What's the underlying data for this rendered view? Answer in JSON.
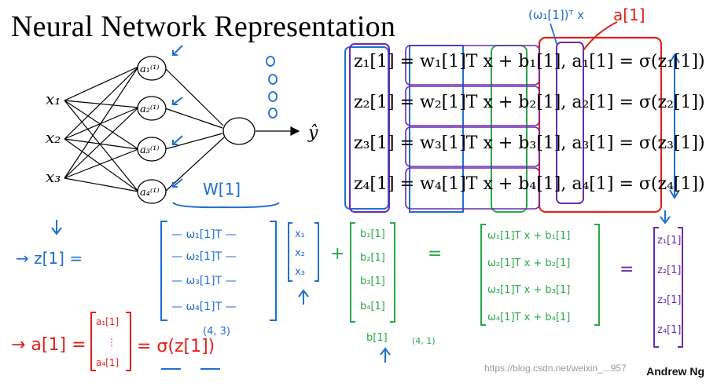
{
  "slide": {
    "title": "Neural Network Representation",
    "author": "Andrew Ng",
    "watermark": "https://blog.csdn.net/weixin_...957"
  },
  "network": {
    "inputs": [
      "x₁",
      "x₂",
      "x₃"
    ],
    "hidden_units": [
      "a₁⁽¹⁾",
      "a₂⁽¹⁾",
      "a₃⁽¹⁾",
      "a₄⁽¹⁾"
    ],
    "output": "ŷ"
  },
  "typed_equations": [
    "z₁[1] = w₁[1]T x + b₁[1],  a₁[1] = σ(z₁[1])",
    "z₂[1] = w₂[1]T x + b₂[1],  a₂[1] = σ(z₂[1])",
    "z₃[1] = w₃[1]T x + b₃[1],  a₃[1] = σ(z₃[1])",
    "z₄[1] = w₄[1]T x + b₄[1],  a₄[1] = σ(z₄[1])"
  ],
  "handwriting": {
    "top_note": "(ω₁[1])ᵀ x",
    "top_a": "a[1]",
    "W_label": "W[1]",
    "z_label": "→ z[1] =",
    "W_rows": [
      "— ω₁[1]T —",
      "— ω₂[1]T —",
      "— ω₃[1]T —",
      "— ω₄[1]T —"
    ],
    "W_shape": "(4, 3)",
    "x_vec": [
      "x₁",
      "x₂",
      "x₃"
    ],
    "b_vec": [
      "b₁[1]",
      "b₂[1]",
      "b₃[1]",
      "b₄[1]"
    ],
    "b_label": "b[1]",
    "b_shape": "(4, 1)",
    "sum_rows": [
      "ω₁[1]T x + b₁[1]",
      "ω₂[1]T x + b₂[1]",
      "ω₃[1]T x + b₃[1]",
      "ω₄[1]T x + b₄[1]"
    ],
    "z_vec": [
      "z₁[1]",
      "z₂[1]",
      "z₃[1]",
      "z₄[1]"
    ],
    "a_eq": "→ a[1] =",
    "a_vec": [
      "a₁[1]",
      "⋮",
      "a₄[1]"
    ],
    "a_result": "= σ(z[1])",
    "ops": {
      "plus": "+",
      "equals": "="
    },
    "colors": {
      "blue": "#1f6fd1",
      "red": "#e0201a",
      "green": "#2aa84a",
      "purple": "#6a2bb0"
    }
  }
}
